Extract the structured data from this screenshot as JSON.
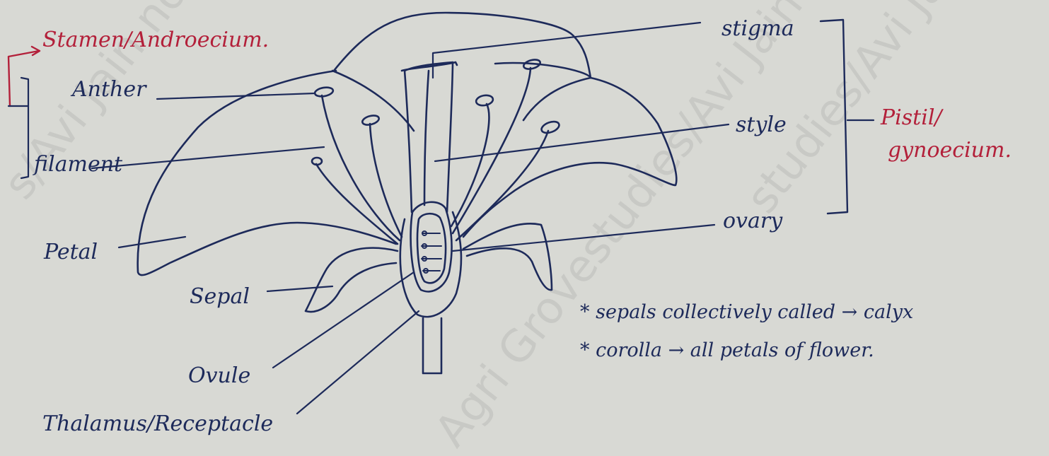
{
  "labels": {
    "stamen": "Stamen/Androecium.",
    "anther": "Anther",
    "filament": "filament",
    "petal": "Petal",
    "sepal": "Sepal",
    "ovule": "Ovule",
    "thalamus": "Thalamus/Receptacle",
    "stigma": "stigma",
    "style": "style",
    "ovary": "ovary",
    "pistil_line1": "Pistil/",
    "pistil_line2": "gynoecium."
  },
  "notes": {
    "calyx": "* sepals collectively called → calyx",
    "corolla": "* corolla → all petals of flower."
  },
  "watermark": {
    "text_main": "Agri Grovestudies/Avi Jain notes",
    "text_left": "s/Avi Jain no",
    "text_right": "studies/Avi Jain no"
  },
  "colors": {
    "ink": "#1d2a5a",
    "red_ink": "#b3203a",
    "paper": "#d8d9d4"
  }
}
